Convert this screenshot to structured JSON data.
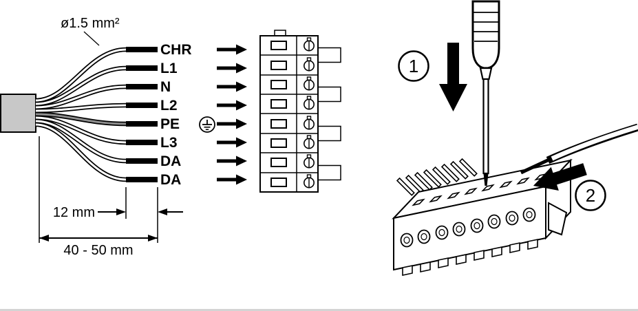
{
  "page": {
    "background": "#ffffff"
  },
  "colors": {
    "ink": "#000000",
    "sheath_gray": "#c8c8c8",
    "pe_wire_gray": "#8f8f8f",
    "divider_gray": "#d4d4d4"
  },
  "icons": {
    "earth": "earth-ground-symbol",
    "flow_arrow": "arrow-right",
    "press_arrow": "arrow-down",
    "insert_arrow": "arrow-left"
  },
  "diagram": {
    "wire_gauge_label": "ø1.5 mm²",
    "wires": [
      {
        "label": "CHR"
      },
      {
        "label": "L1"
      },
      {
        "label": "N"
      },
      {
        "label": "L2"
      },
      {
        "label": "PE",
        "earth_symbol": true
      },
      {
        "label": "L3"
      },
      {
        "label": "DA"
      },
      {
        "label": "DA"
      }
    ],
    "terminal_block": {
      "poles": 8
    },
    "dimensions": {
      "strip_length": "12 mm",
      "free_wire_length": "40 - 50 mm"
    },
    "steps": [
      {
        "number": "1"
      },
      {
        "number": "2"
      }
    ]
  }
}
